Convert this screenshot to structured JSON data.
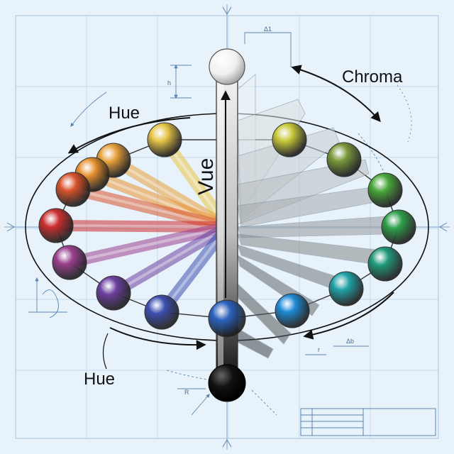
{
  "labels": {
    "chroma": "Chroma",
    "hue_top": "Hue",
    "hue_bottom": "Hue",
    "value_axis": "Vue",
    "delta_top": "Δ1",
    "delta_right": "Δb",
    "dim_h": "h",
    "dim_r": "r",
    "dim_R": "R"
  },
  "colors": {
    "background": "#e8f2fa",
    "grid": "#b7cfe6",
    "blueprint_line": "#5b85b0",
    "white_sphere": "#f5f5f5",
    "black_sphere": "#111111",
    "spheres": [
      "#7b9a3a",
      "#e8c547",
      "#e8a03a",
      "#e8922e",
      "#d9542c",
      "#cc2f2f",
      "#9b3f8f",
      "#6b3fa0",
      "#3d4fb0",
      "#2a63c0",
      "#1e8ad6",
      "#1fa3a8",
      "#1f9a7a",
      "#2ea04a",
      "#4aa83a",
      "#c9c93a"
    ]
  }
}
